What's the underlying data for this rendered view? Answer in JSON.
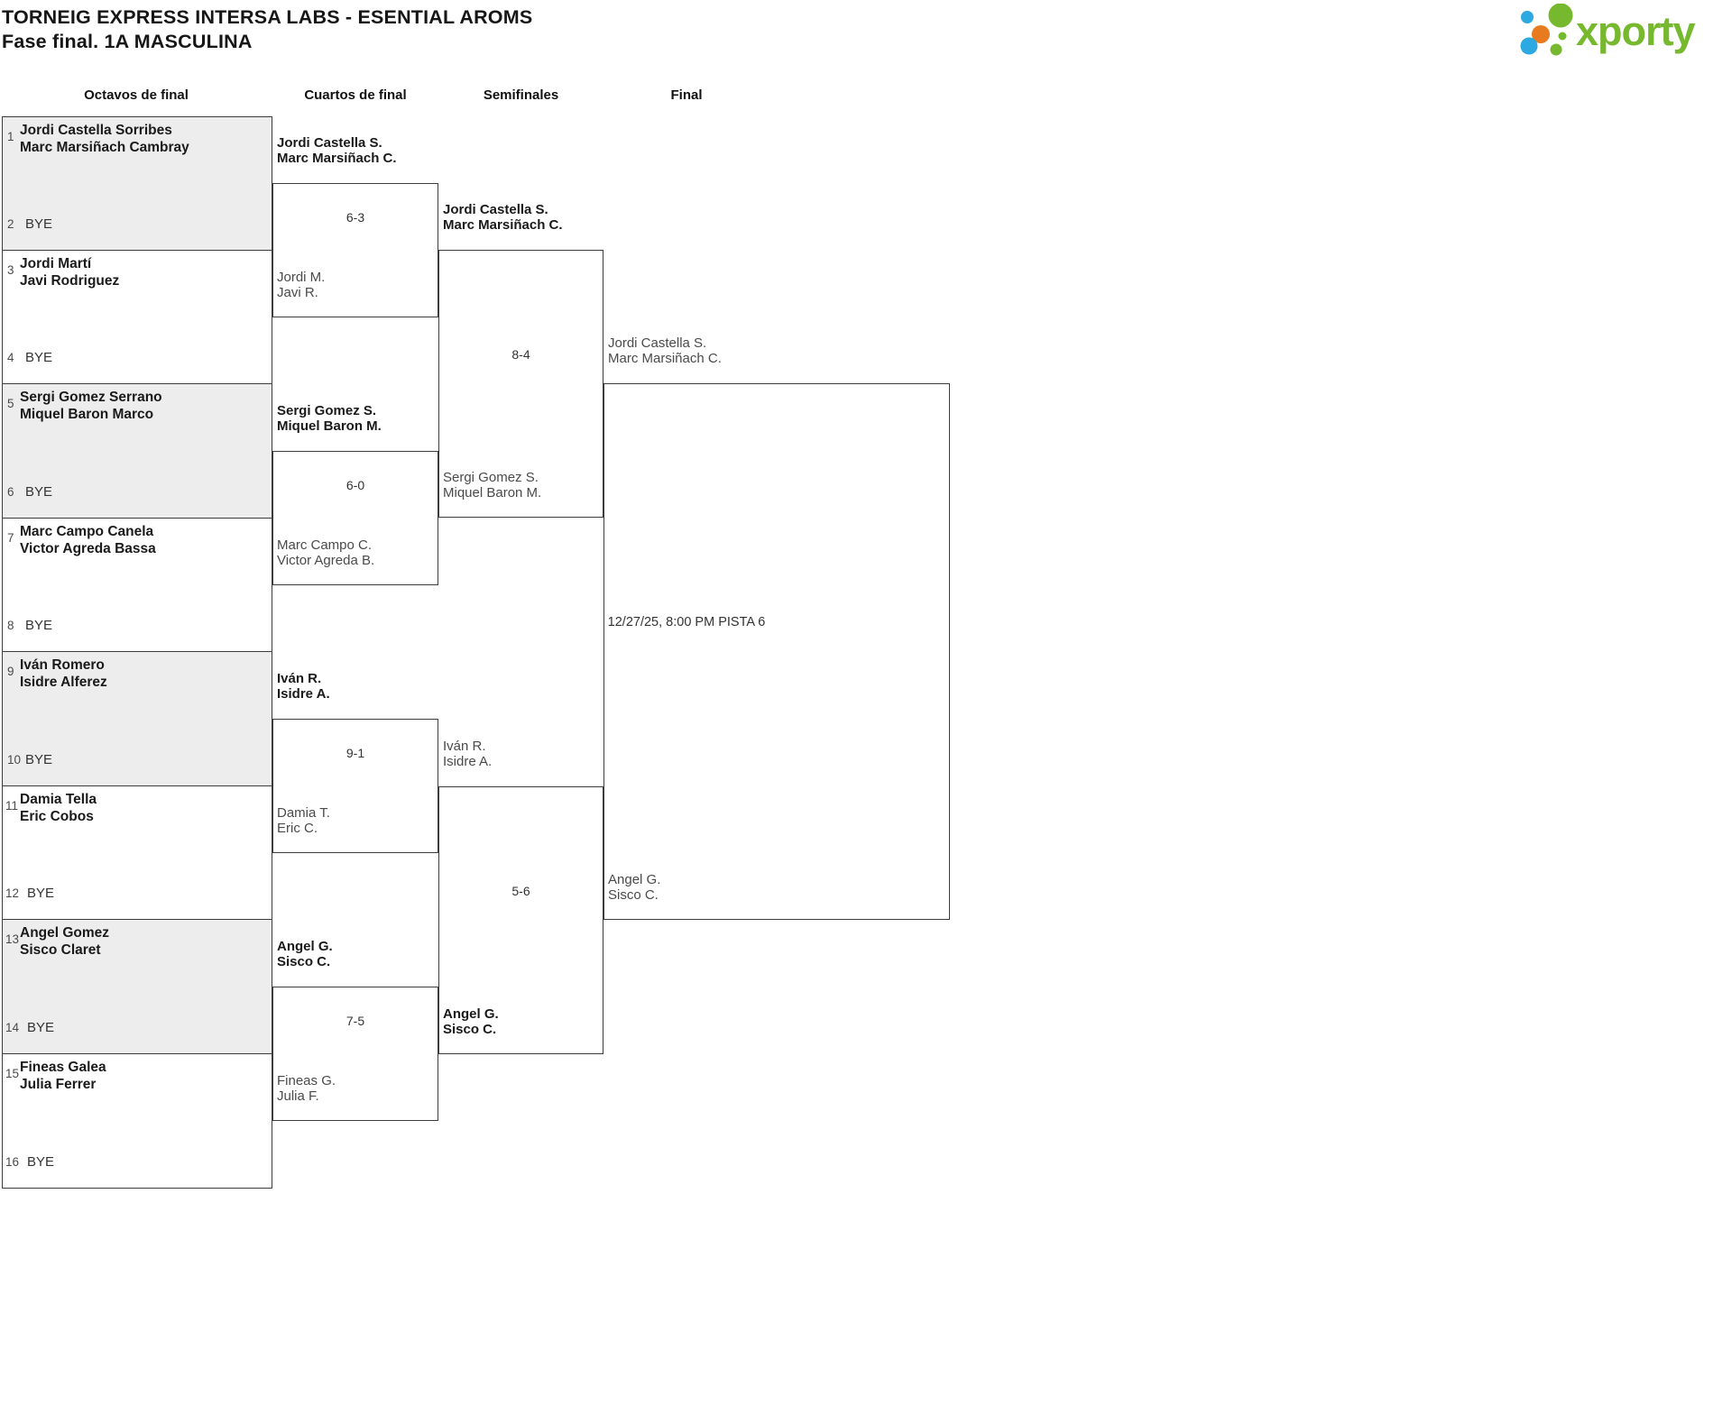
{
  "page": {
    "title_line1": "TORNEIG EXPRESS INTERSA LABS - ESENTIAL AROMS",
    "title_line2": "Fase final. 1A MASCULINA"
  },
  "logo": {
    "text": "xporty"
  },
  "colors": {
    "logo_green": "#76b82e",
    "logo_blue": "#2ba9e0",
    "logo_orange": "#e87a1f",
    "box_gray": "#ededed",
    "border": "#3c3c3c"
  },
  "round_headers": [
    "Octavos de final",
    "Cuartos de final",
    "Semifinales",
    "Final"
  ],
  "octavos": [
    {
      "seed_top": "1",
      "team": [
        "Jordi Castella Sorribes",
        "Marc Marsiñach Cambray"
      ],
      "seed_bottom": "2",
      "bye": "BYE"
    },
    {
      "seed_top": "3",
      "team": [
        "Jordi Martí",
        "Javi Rodriguez"
      ],
      "seed_bottom": "4",
      "bye": "BYE"
    },
    {
      "seed_top": "5",
      "team": [
        "Sergi Gomez Serrano",
        "Miquel Baron Marco"
      ],
      "seed_bottom": "6",
      "bye": "BYE"
    },
    {
      "seed_top": "7",
      "team": [
        "Marc Campo Canela",
        "Victor Agreda Bassa"
      ],
      "seed_bottom": "8",
      "bye": "BYE"
    },
    {
      "seed_top": "9",
      "team": [
        "Iván Romero",
        "Isidre Alferez"
      ],
      "seed_bottom": "10",
      "bye": "BYE"
    },
    {
      "seed_top": "11",
      "team": [
        "Damia Tella",
        "Eric Cobos"
      ],
      "seed_bottom": "12",
      "bye": "BYE"
    },
    {
      "seed_top": "13",
      "team": [
        "Angel Gomez",
        "Sisco Claret"
      ],
      "seed_bottom": "14",
      "bye": "BYE"
    },
    {
      "seed_top": "15",
      "team": [
        "Fineas Galea",
        "Julia Ferrer"
      ],
      "seed_bottom": "16",
      "bye": "BYE"
    }
  ],
  "cuartos": [
    {
      "top": [
        "Jordi Castella S.",
        "Marc Marsiñach C."
      ],
      "bottom": [
        "Jordi M.",
        "Javi R."
      ],
      "score": "6-3"
    },
    {
      "top": [
        "Sergi Gomez S.",
        "Miquel Baron M."
      ],
      "bottom": [
        "Marc Campo C.",
        "Victor Agreda B."
      ],
      "score": "6-0"
    },
    {
      "top": [
        "Iván R.",
        "Isidre A."
      ],
      "bottom": [
        "Damia T.",
        "Eric C."
      ],
      "score": "9-1"
    },
    {
      "top": [
        "Angel G.",
        "Sisco C."
      ],
      "bottom": [
        "Fineas G.",
        "Julia F."
      ],
      "score": "7-5"
    }
  ],
  "semifinales": [
    {
      "top": [
        "Jordi Castella S.",
        "Marc Marsiñach C."
      ],
      "bottom": [
        "Sergi Gomez S.",
        "Miquel Baron M."
      ],
      "score": "8-4"
    },
    {
      "top": [
        "Iván R.",
        "Isidre A."
      ],
      "bottom": [
        "Angel G.",
        "Sisco C."
      ],
      "score": "5-6"
    }
  ],
  "final_match": {
    "top": [
      "Jordi Castella S.",
      "Marc Marsiñach C."
    ],
    "bottom": [
      "Angel G.",
      "Sisco C."
    ],
    "schedule": "12/27/25, 8:00 PM PISTA 6"
  }
}
